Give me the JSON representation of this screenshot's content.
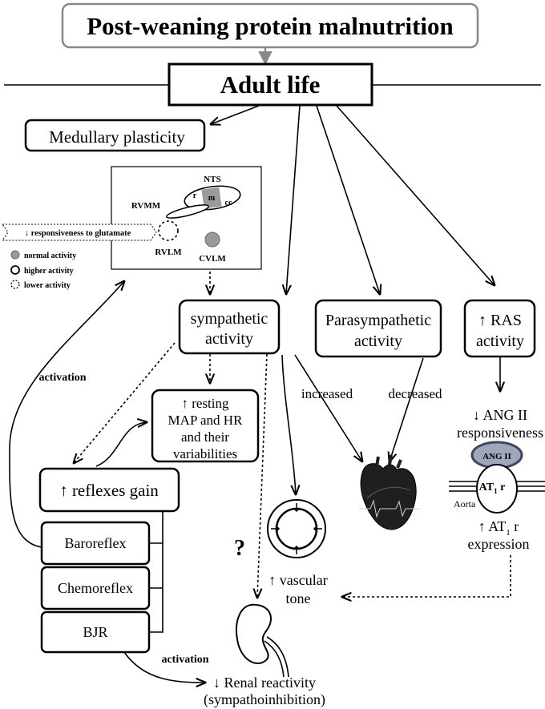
{
  "top": {
    "title": "Post-weaning protein malnutrition",
    "adult": "Adult life"
  },
  "medullary": {
    "label": "Medullary plasticity"
  },
  "brainstem": {
    "nts": "NTS",
    "r": "r",
    "m": "m",
    "cc": "cc",
    "rvmm": "RVMM",
    "rvlm": "RVLM",
    "cvlm": "CVLM",
    "glutamate": "↓ responsiveness to glutamate",
    "legend": [
      "normal activity",
      "higher activity",
      "lower activity"
    ]
  },
  "nodes": {
    "sympathetic": [
      "sympathetic",
      "activity"
    ],
    "parasympathetic": [
      "Parasympathetic",
      "activity"
    ],
    "ras": [
      "↑ RAS",
      "activity"
    ],
    "resting": [
      "↑ resting",
      "MAP and HR",
      "and their",
      "variabilities"
    ],
    "reflexes": "↑ reflexes gain",
    "baroreflex": "Baroreflex",
    "chemoreflex": "Chemoreflex",
    "bjr": "BJR"
  },
  "labels": {
    "activation_left": "activation",
    "activation_bottom": "activation",
    "increased": "increased",
    "decreased": "decreased",
    "question": "?",
    "angii_resp": [
      "↓ ANG II",
      "responsiveness"
    ],
    "angii": "ANG II",
    "at1": "AT",
    "at1_sub": "1",
    "at1_r": " r",
    "aorta": "Aorta",
    "at1_expr_a": "↑ AT",
    "at1_expr_sub": "1",
    "at1_expr_b": " r",
    "at1_expr_c": "expression",
    "vascular": [
      "↑ vascular",
      "tone"
    ],
    "renal": [
      "↓ Renal reactivity",
      "(sympathoinhibition)"
    ]
  }
}
